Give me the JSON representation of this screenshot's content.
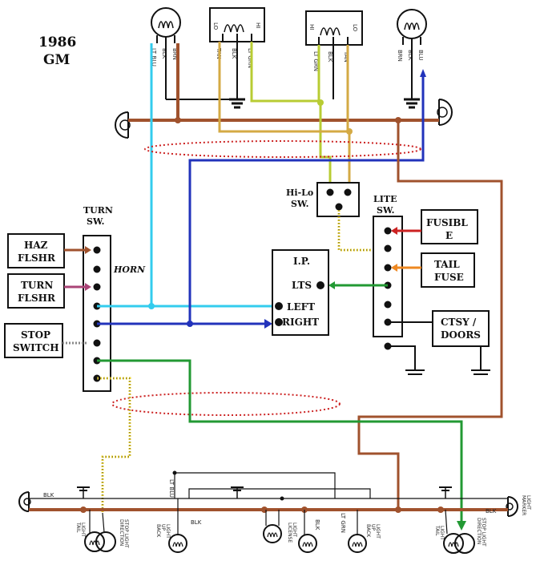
{
  "title": {
    "year": "1986",
    "make": "GM"
  },
  "labels": {
    "turn_sw": [
      "TURN",
      "SW."
    ],
    "haz_flshr": [
      "HAZ",
      "FLSHR"
    ],
    "turn_flshr": [
      "TURN",
      "FLSHR"
    ],
    "stop_switch": [
      "STOP",
      "SWITCH"
    ],
    "horn": "HORN",
    "hilo_sw": [
      "Hi-Lo",
      "SW."
    ],
    "lite_sw": [
      "LITE",
      "SW."
    ],
    "fusible": [
      "FUSIBL",
      "E"
    ],
    "tail_fuse": [
      "TAIL",
      "FUSE"
    ],
    "ctsy_doors": [
      "CTSY /",
      "DOORS"
    ],
    "ip": "I.P.",
    "lts": "LTS",
    "left": "LEFT",
    "right": "RIGHT"
  },
  "top_wires": {
    "left_bulb": [
      "LT BLU",
      "BLK",
      "BRN"
    ],
    "lo_hi_lamp": {
      "lo": "LO",
      "hi": "HI",
      "wires": [
        "TAN",
        "BLK",
        "LT GRN"
      ]
    },
    "hi_lo_lamp": {
      "hi": "HI",
      "lo": "LO",
      "wires": [
        "LT GRN",
        "BLK",
        "TAN"
      ]
    },
    "right_bulb": [
      "BRN",
      "BLK",
      "BLU"
    ]
  },
  "bottom_wires": {
    "blk_left": "BLK",
    "blk_right": "BLK",
    "lt_blu": "LT BLU",
    "lt_grn": "LT GRN",
    "blk_mid1": "BLK",
    "blk_mid2": "BLK"
  },
  "bottom_lights": {
    "tail_left": [
      "TAIL",
      "LIGHT"
    ],
    "direction_left": [
      "DIRECTION",
      "STOP LIGHT"
    ],
    "back_up_left": [
      "BACK",
      "UP",
      "LIGHT"
    ],
    "license": [
      "LICENSE",
      "LIGHT"
    ],
    "back_up_right": [
      "BACK",
      "UP",
      "LIGHT"
    ],
    "tail_right": [
      "TAIL",
      "LIGHT"
    ],
    "direction_right": [
      "DIRECTION",
      "STOP LIGHT"
    ],
    "marker_right": [
      "MARKER",
      "LIGHT"
    ]
  },
  "colors": {
    "brown": "#a0522d",
    "light_blue": "#33ccee",
    "blue": "#2233bb",
    "yellow_green": "#b8cc33",
    "tan": "#d4aa44",
    "green": "#229933",
    "red": "#cc2222",
    "orange": "#ee8822",
    "violet": "#aa4477",
    "black": "#111111"
  }
}
